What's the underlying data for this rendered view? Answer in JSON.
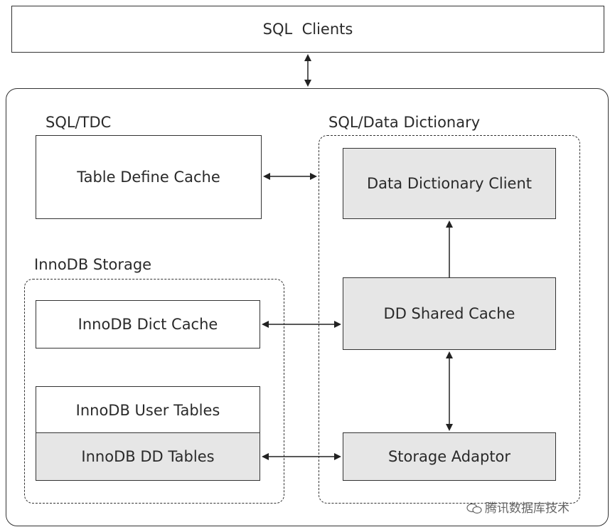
{
  "sql_clients": "SQL  Clients",
  "sql_tdc": {
    "title": "SQL/TDC",
    "table_define_cache": "Table Define Cache"
  },
  "data_dictionary": {
    "title": "SQL/Data Dictionary",
    "client": "Data Dictionary Client",
    "shared_cache": "DD Shared Cache",
    "storage_adaptor": "Storage Adaptor"
  },
  "innodb_storage": {
    "title": "InnoDB Storage",
    "dict_cache": "InnoDB Dict Cache",
    "user_tables": "InnoDB User Tables",
    "dd_tables": "InnoDB DD Tables"
  },
  "watermark": "腾讯数据库技术",
  "colors": {
    "gray_fill": "#e6e6e6",
    "stroke": "#333333"
  }
}
